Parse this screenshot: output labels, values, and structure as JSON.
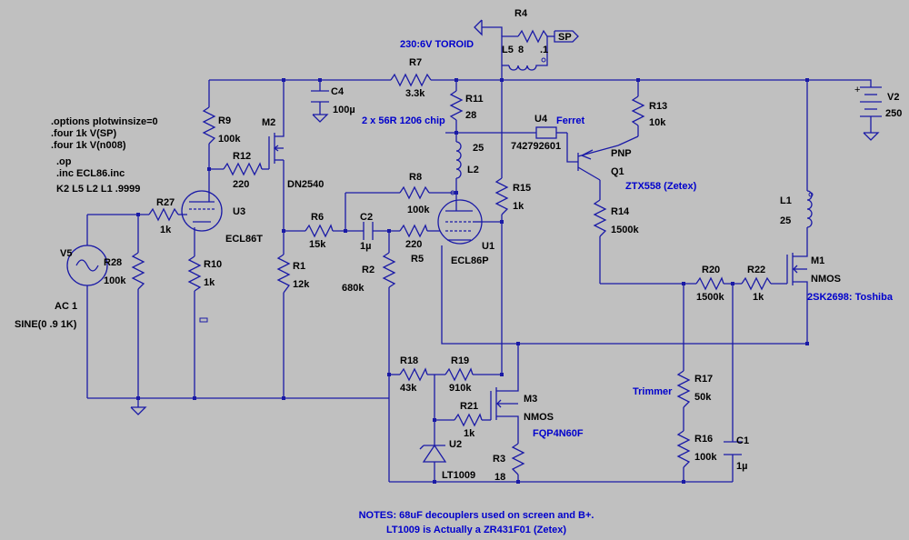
{
  "directives": [
    ".options plotwinsize=0",
    ".four 1k V(SP)",
    ".four 1k V(n008)",
    ".op",
    ".inc ECL86.inc",
    "K2 L5 L2 L1 .9999"
  ],
  "components": {
    "R4": {
      "name": "R4",
      "value": "8"
    },
    "L5": {
      "name": "L5",
      "value": ".1"
    },
    "SP": {
      "name": "SP"
    },
    "R7": {
      "name": "R7",
      "value": "3.3k"
    },
    "C4": {
      "name": "C4",
      "value": "100µ"
    },
    "R9": {
      "name": "R9",
      "value": "100k"
    },
    "M2": {
      "name": "M2",
      "value": "DN2540"
    },
    "R12": {
      "name": "R12",
      "value": "220"
    },
    "R11": {
      "name": "R11",
      "value": "28"
    },
    "L2": {
      "name": "L2",
      "value": "25"
    },
    "U4": {
      "name": "U4",
      "value": "742792601"
    },
    "R13": {
      "name": "R13",
      "value": "10k"
    },
    "Q1": {
      "name": "Q1",
      "type": "PNP"
    },
    "V2": {
      "name": "V2",
      "value": "250"
    },
    "R27": {
      "name": "R27",
      "value": "1k"
    },
    "U3": {
      "name": "U3",
      "value": "ECL86T"
    },
    "R8": {
      "name": "R8",
      "value": "100k"
    },
    "R15": {
      "name": "R15",
      "value": "1k"
    },
    "R14": {
      "name": "R14",
      "value": "1500k"
    },
    "L1": {
      "name": "L1",
      "value": "25"
    },
    "V5": {
      "name": "V5",
      "ac": "AC 1",
      "sine": "SINE(0 .9 1K)"
    },
    "R28": {
      "name": "R28",
      "value": "100k"
    },
    "R10": {
      "name": "R10",
      "value": "1k"
    },
    "R1": {
      "name": "R1",
      "value": "12k"
    },
    "R6": {
      "name": "R6",
      "value": "15k"
    },
    "C2": {
      "name": "C2",
      "value": "1µ"
    },
    "R5": {
      "name": "R5",
      "value": "220"
    },
    "U1": {
      "name": "U1",
      "value": "ECL86P"
    },
    "R2": {
      "name": "R2",
      "value": "680k"
    },
    "R20": {
      "name": "R20",
      "value": "1500k"
    },
    "R22": {
      "name": "R22",
      "value": "1k"
    },
    "M1": {
      "name": "M1",
      "type": "NMOS"
    },
    "R18": {
      "name": "R18",
      "value": "43k"
    },
    "R19": {
      "name": "R19",
      "value": "910k"
    },
    "M3": {
      "name": "M3",
      "type": "NMOS"
    },
    "R21": {
      "name": "R21",
      "value": "1k"
    },
    "U2": {
      "name": "U2",
      "value": "LT1009"
    },
    "R3": {
      "name": "R3",
      "value": "18"
    },
    "R17": {
      "name": "R17",
      "value": "50k"
    },
    "R16": {
      "name": "R16",
      "value": "100k"
    },
    "C1": {
      "name": "C1",
      "value": "1µ"
    }
  },
  "annotations": {
    "toroid": "230:6V TOROID",
    "chip": "2 x 56R 1206 chip",
    "ferret": "Ferret",
    "zetex": "ZTX558 (Zetex)",
    "toshiba": "2SK2698: Toshiba",
    "trimmer": "Trimmer",
    "fqp": "FQP4N60F",
    "notes1": "NOTES: 68uF decouplers used on screen and B+.",
    "notes2": "LT1009 is Actually a ZR431F01 (Zetex)"
  },
  "colors": {
    "background": "#c0c0c0",
    "wire": "#1a1aa6",
    "note": "#0000cc"
  }
}
